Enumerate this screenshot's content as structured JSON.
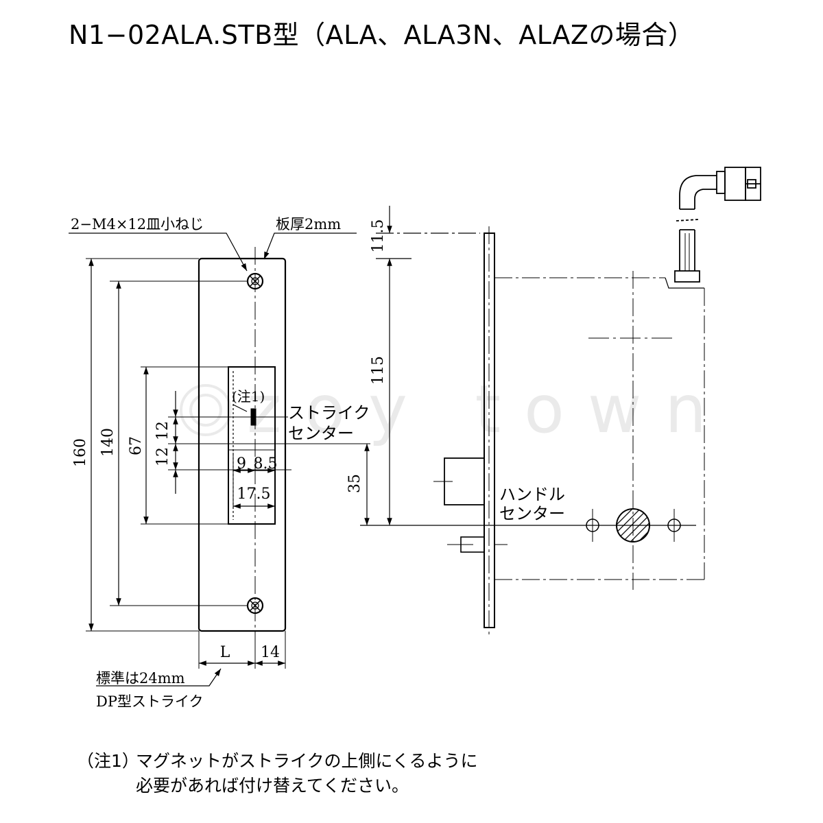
{
  "title": "N1−02ALA.STB型（ALA、ALA3N、ALAZの場合）",
  "labels": {
    "screw": "2−M4×12皿小ねじ",
    "plate_thickness": "板厚2mm",
    "note_marker": "(注1)",
    "strike_center_1": "ストライク",
    "strike_center_2": "センター",
    "handle_center_1": "ハンドル",
    "handle_center_2": "センター",
    "standard_1": "標準は24mm",
    "standard_2": "DP型ストライク"
  },
  "dimensions": {
    "d160": "160",
    "d140": "140",
    "d67": "67",
    "d12a": "12",
    "d12b": "12",
    "d9": "9",
    "d8_5": "8.5",
    "d17_5": "17.5",
    "d11_5": "11.5",
    "d115": "115",
    "d35": "35",
    "dL": "L",
    "d14": "14"
  },
  "watermark": "zoy town",
  "note": {
    "label": "（注1）",
    "line1": "マグネットがストライクの上側にくるように",
    "line2": "必要があれば付け替えてください。"
  }
}
